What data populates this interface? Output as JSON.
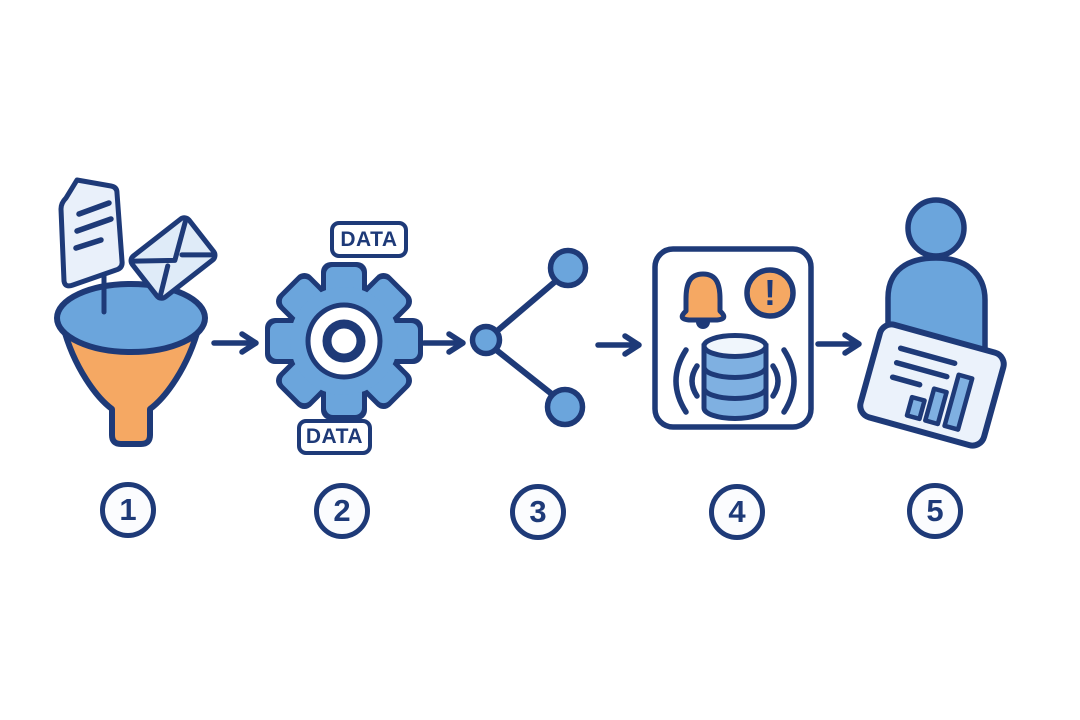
{
  "background_color": "#ffffff",
  "colors": {
    "outline_navy": "#1e3a78",
    "fill_blue": "#6ba5dc",
    "fill_blue_light": "#7fb0e1",
    "fill_pale_blue": "#e9f0fa",
    "fill_envelope": "#dfebf8",
    "fill_orange": "#f5a863",
    "white": "#ffffff"
  },
  "gear_labels": {
    "top": "DATA",
    "bottom": "DATA"
  },
  "alert_glyph": "!",
  "steps": [
    {
      "number": "1",
      "icon": "funnel-intake-icon"
    },
    {
      "number": "2",
      "icon": "gear-processing-icon"
    },
    {
      "number": "3",
      "icon": "branch-share-icon"
    },
    {
      "number": "4",
      "icon": "alerts-database-icon"
    },
    {
      "number": "5",
      "icon": "user-dashboard-icon"
    }
  ],
  "arrow_count": "4"
}
